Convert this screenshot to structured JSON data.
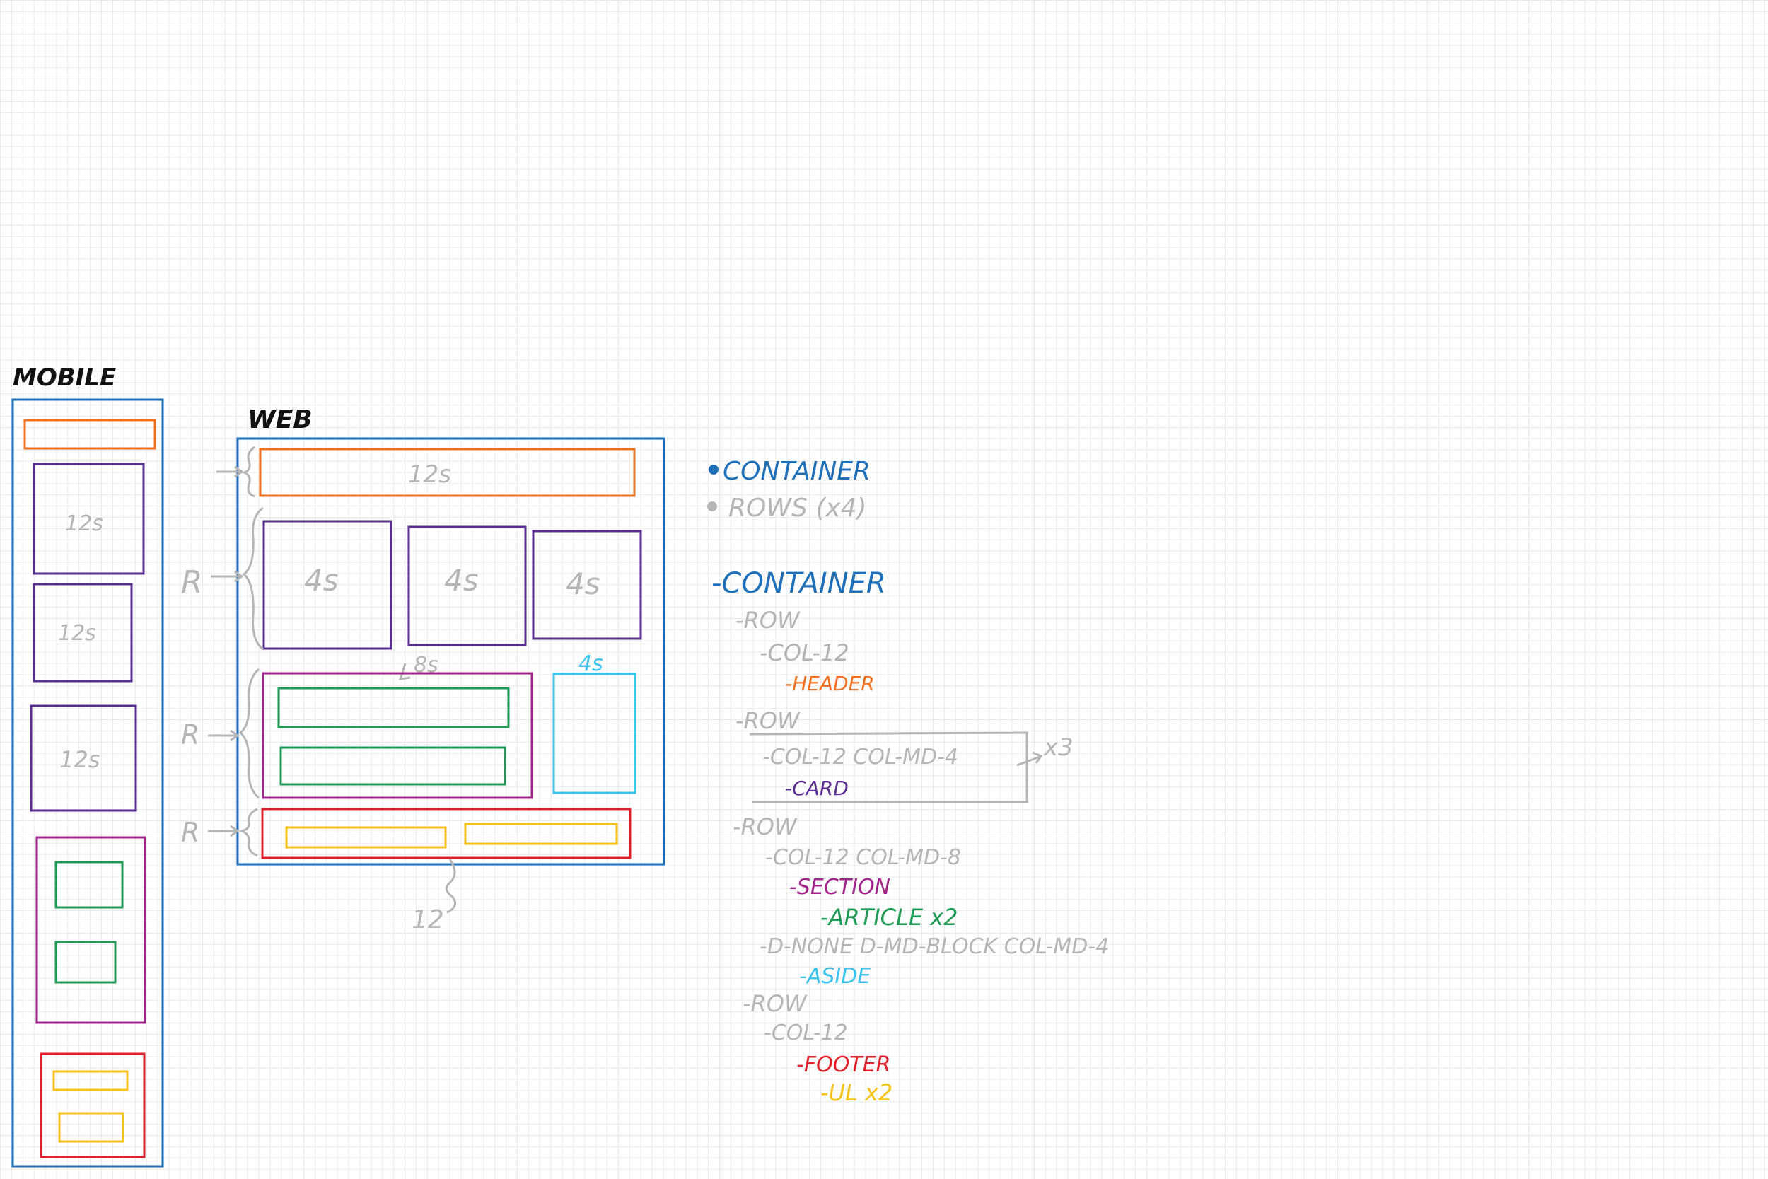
{
  "titles": {
    "mobile": "MOBILE",
    "web": "WEB"
  },
  "mobile": {
    "s1": "12s",
    "s2": "12s",
    "s3": "12s"
  },
  "web": {
    "header": "12s",
    "col1": "4s",
    "col2": "4s",
    "col3": "4s",
    "section": "8s",
    "aside": "4s",
    "footer_width": "12"
  },
  "row_markers": [
    "R",
    "R",
    "R"
  ],
  "legend": {
    "container": "CONTAINER",
    "rows": "ROWS (x4)"
  },
  "outline": {
    "container": "-CONTAINER",
    "row1": "-ROW",
    "row1_col": "-COL-12",
    "row1_header": "-HEADER",
    "row2": "-ROW",
    "row2_col": "-COL-12  COL-MD-4",
    "row2_card": "-CARD",
    "row2_repeat": "x3",
    "row3": "-ROW",
    "row3_col": "-COL-12 COL-MD-8",
    "row3_section": "-SECTION",
    "row3_article": "-ARTICLE x2",
    "row3_dnone": "-D-NONE  D-MD-BLOCK COL-MD-4",
    "row3_aside": "-ASIDE",
    "row4": "-ROW",
    "row4_col": "-COL-12",
    "row4_footer": "-FOOTER",
    "row4_ul": "-UL  x2"
  },
  "colors": {
    "container": "#1f6fb8",
    "header": "#f07020",
    "card": "#5a2d91",
    "section": "#a0258a",
    "article": "#1f9a55",
    "aside": "#39c3ee",
    "footer": "#e0202a",
    "ul": "#f5c21a",
    "note": "#b5b5b5",
    "ink": "#111111"
  }
}
